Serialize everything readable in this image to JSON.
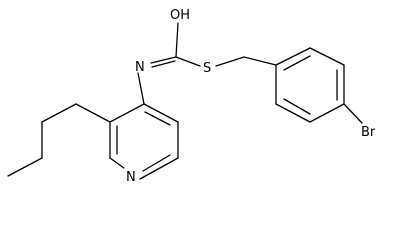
{
  "molecule": {
    "atoms": {
      "hydroxyl": "OH",
      "imine_nitrogen": "N",
      "sulfur": "S",
      "pyridine_nitrogen": "N",
      "bromine": "Br"
    },
    "colors": {
      "bond": "#000000",
      "label": "#000000",
      "background": "#ffffff"
    }
  }
}
